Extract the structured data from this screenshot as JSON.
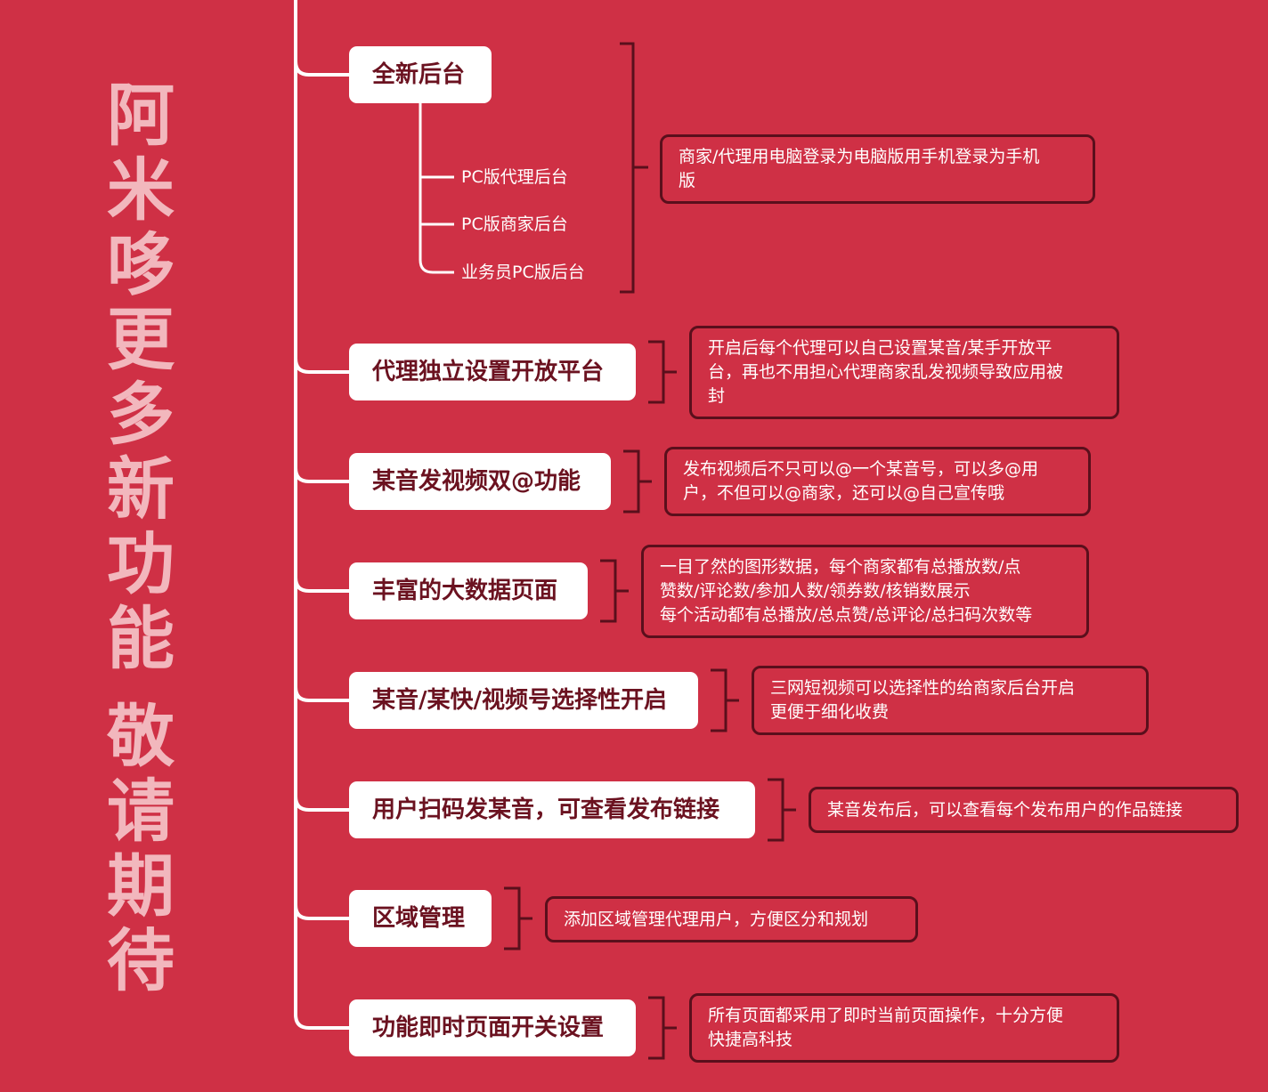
{
  "title_chars": [
    "阿",
    "米",
    "哆",
    "更",
    "多",
    "新",
    "功",
    "能",
    "",
    "敬",
    "请",
    "期",
    "待"
  ],
  "header": {
    "label": "全新后台",
    "children": [
      "PC版代理后台",
      "PC版商家后台",
      "业务员PC版后台"
    ],
    "desc": "商家/代理用电脑登录为电脑版用手机登录为手机\n版"
  },
  "features": [
    {
      "label": "代理独立设置开放平台",
      "desc": "开启后每个代理可以自己设置某音/某手开放平\n台，再也不用担心代理商家乱发视频导致应用被\n封"
    },
    {
      "label": "某音发视频双@功能",
      "desc": "发布视频后不只可以@一个某音号，可以多@用\n户，不但可以@商家，还可以@自己宣传哦"
    },
    {
      "label": "丰富的大数据页面",
      "desc": "一目了然的图形数据，每个商家都有总播放数/点\n赞数/评论数/参加人数/领券数/核销数展示\n每个活动都有总播放/总点赞/总评论/总扫码次数等"
    },
    {
      "label": "某音/某快/视频号选择性开启",
      "desc": "三网短视频可以选择性的给商家后台开启\n更便于细化收费"
    },
    {
      "label": "用户扫码发某音，可查看发布链接",
      "desc": "某音发布后，可以查看每个发布用户的作品链接"
    },
    {
      "label": "区域管理",
      "desc": "添加区域管理代理用户，方便区分和规划"
    },
    {
      "label": "功能即时页面开关设置",
      "desc": "所有页面都采用了即时当前页面操作，十分方便\n快捷高科技"
    }
  ],
  "colors": {
    "background": "#cf3045",
    "title_text": "#f2b7bd",
    "node_bg": "#ffffff",
    "node_text": "#6b1220",
    "bracket": "#5a0f1c",
    "connector": "#ffffff"
  }
}
